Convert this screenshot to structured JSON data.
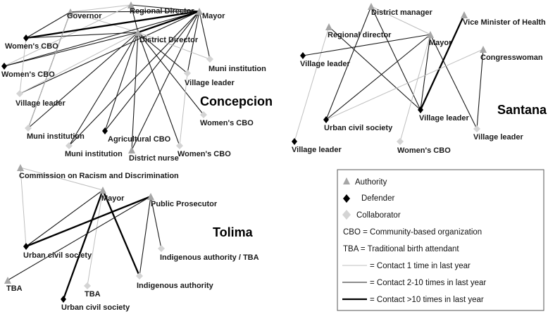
{
  "networks": [
    {
      "name": "Concepcion",
      "nodes": [
        {
          "id": "governor",
          "label": "Governor",
          "type": "authority"
        },
        {
          "id": "regional_director",
          "label": "Regional Director",
          "type": "authority"
        },
        {
          "id": "mayor",
          "label": "Mayor",
          "type": "authority"
        },
        {
          "id": "district_director",
          "label": "District Director",
          "type": "authority"
        },
        {
          "id": "womens_cbo_1",
          "label": "Women's CBO",
          "type": "defender"
        },
        {
          "id": "womens_cbo_2",
          "label": "Women's CBO",
          "type": "defender"
        },
        {
          "id": "muni_institution_1",
          "label": "Muni institution",
          "type": "collaborator"
        },
        {
          "id": "village_leader_1",
          "label": "Village leader",
          "type": "collaborator"
        },
        {
          "id": "village_leader_2",
          "label": "Village leader",
          "type": "collaborator"
        },
        {
          "id": "womens_cbo_3",
          "label": "Women's CBO",
          "type": "collaborator"
        },
        {
          "id": "muni_institution_2",
          "label": "Muni institution",
          "type": "collaborator"
        },
        {
          "id": "agricultural_cbo",
          "label": "Agricultural CBO",
          "type": "defender"
        },
        {
          "id": "muni_institution_3",
          "label": "Muni institution",
          "type": "collaborator"
        },
        {
          "id": "district_nurse",
          "label": "District nurse",
          "type": "authority"
        },
        {
          "id": "womens_cbo_4",
          "label": "Women's CBO",
          "type": "collaborator"
        }
      ]
    },
    {
      "name": "Santana",
      "nodes": [
        {
          "id": "district_manager",
          "label": "District manager",
          "type": "authority"
        },
        {
          "id": "vice_minister",
          "label": "Vice Minister of Health",
          "type": "authority"
        },
        {
          "id": "regional_director",
          "label": "Regional director",
          "type": "authority"
        },
        {
          "id": "mayor",
          "label": "Mayor",
          "type": "authority"
        },
        {
          "id": "congresswoman",
          "label": "Congresswoman",
          "type": "authority"
        },
        {
          "id": "village_leader_1",
          "label": "Village leader",
          "type": "defender"
        },
        {
          "id": "urban_civil_society",
          "label": "Urban civil society",
          "type": "defender"
        },
        {
          "id": "village_leader_2",
          "label": "Village leader",
          "type": "defender"
        },
        {
          "id": "village_leader_3",
          "label": "Village leader",
          "type": "defender"
        },
        {
          "id": "womens_cbo",
          "label": "Women's CBO",
          "type": "collaborator"
        },
        {
          "id": "village_leader_4",
          "label": "Village leader",
          "type": "collaborator"
        }
      ]
    },
    {
      "name": "Tolima",
      "nodes": [
        {
          "id": "commission",
          "label": "Commission on Racism and Discrimination",
          "type": "authority"
        },
        {
          "id": "mayor",
          "label": "Mayor",
          "type": "authority"
        },
        {
          "id": "public_prosecutor",
          "label": "Public Prosecutor",
          "type": "authority"
        },
        {
          "id": "urban_civil_society_1",
          "label": "Urban civil society",
          "type": "defender"
        },
        {
          "id": "indigenous_authority_tba",
          "label": "Indigenous authority / TBA",
          "type": "collaborator"
        },
        {
          "id": "tba_1",
          "label": "TBA",
          "type": "authority"
        },
        {
          "id": "tba_2",
          "label": "TBA",
          "type": "collaborator"
        },
        {
          "id": "indigenous_authority",
          "label": "Indigenous authority",
          "type": "collaborator"
        },
        {
          "id": "urban_civil_society_2",
          "label": "Urban civil society",
          "type": "defender"
        }
      ]
    }
  ],
  "legend": {
    "authority": "Authority",
    "defender": "Defender",
    "collaborator": "Collaborator",
    "cbo_note": "CBO = Community-based organization",
    "tba_note": "TBA = Traditional birth attendant",
    "contact_1": "= Contact 1 time in last year",
    "contact_2_10": "= Contact 2-10 times in last year",
    "contact_10plus": "= Contact >10 times in last year"
  },
  "colors": {
    "authority": "#a6a6a6",
    "defender": "#000000",
    "collaborator": "#d4d4d4",
    "edge_light": "#bfbfbf",
    "edge_medium": "#1a1a1a",
    "edge_heavy": "#000000"
  }
}
